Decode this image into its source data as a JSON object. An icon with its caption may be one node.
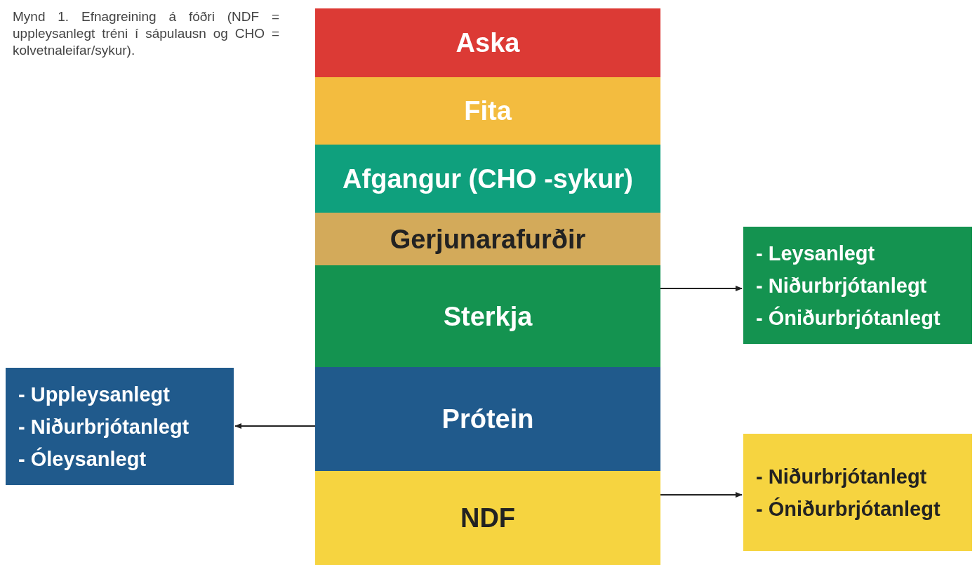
{
  "diagram": {
    "caption": "Mynd 1. Efnagreining á fóðri (NDF = uppleysanlegt tréni í sápulausn og CHO = kolvetnaleifar/sykur).",
    "nodes": [
      {
        "text": [
          "Aska"
        ]
      },
      {
        "text": [
          "Fita"
        ]
      },
      {
        "text": [
          "Afgangur (CHO -sykur)"
        ]
      },
      {
        "text": [
          "Gerjunarafurðir"
        ]
      },
      {
        "text": [
          "Sterkja"
        ]
      },
      {
        "text": [
          "Prótein"
        ]
      },
      {
        "text": [
          "NDF"
        ]
      },
      {
        "text": [
          "- Leysanlegt",
          "- Niðurbrjótanlegt",
          "- Óniðurbrjótanlegt"
        ]
      },
      {
        "text": [
          "- Uppleysanlegt",
          "- Niðurbrjótanlegt",
          "- Óleysanlegt"
        ]
      },
      {
        "text": [
          "- Niðurbrjótanlegt",
          "- Óniðurbrjótanlegt"
        ]
      }
    ],
    "edges": [
      {
        "from": 4,
        "to": 7,
        "arrow": "to"
      },
      {
        "from": 5,
        "to": 8,
        "arrow": "to"
      },
      {
        "from": 6,
        "to": 9,
        "arrow": "to"
      }
    ]
  }
}
